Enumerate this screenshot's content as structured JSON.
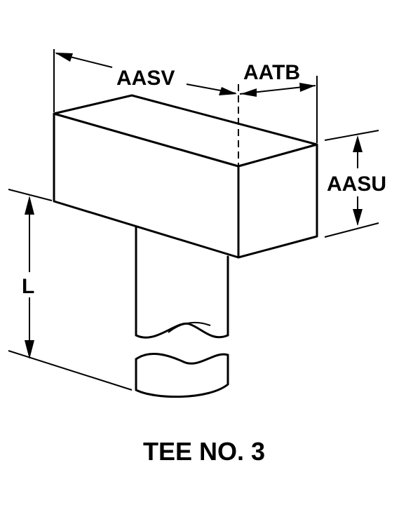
{
  "figure": {
    "caption": "TEE NO. 3",
    "dimensions": {
      "length_label": "AASV",
      "width_label": "AATB",
      "height_label": "AASU",
      "stem_length_label": "L"
    }
  }
}
